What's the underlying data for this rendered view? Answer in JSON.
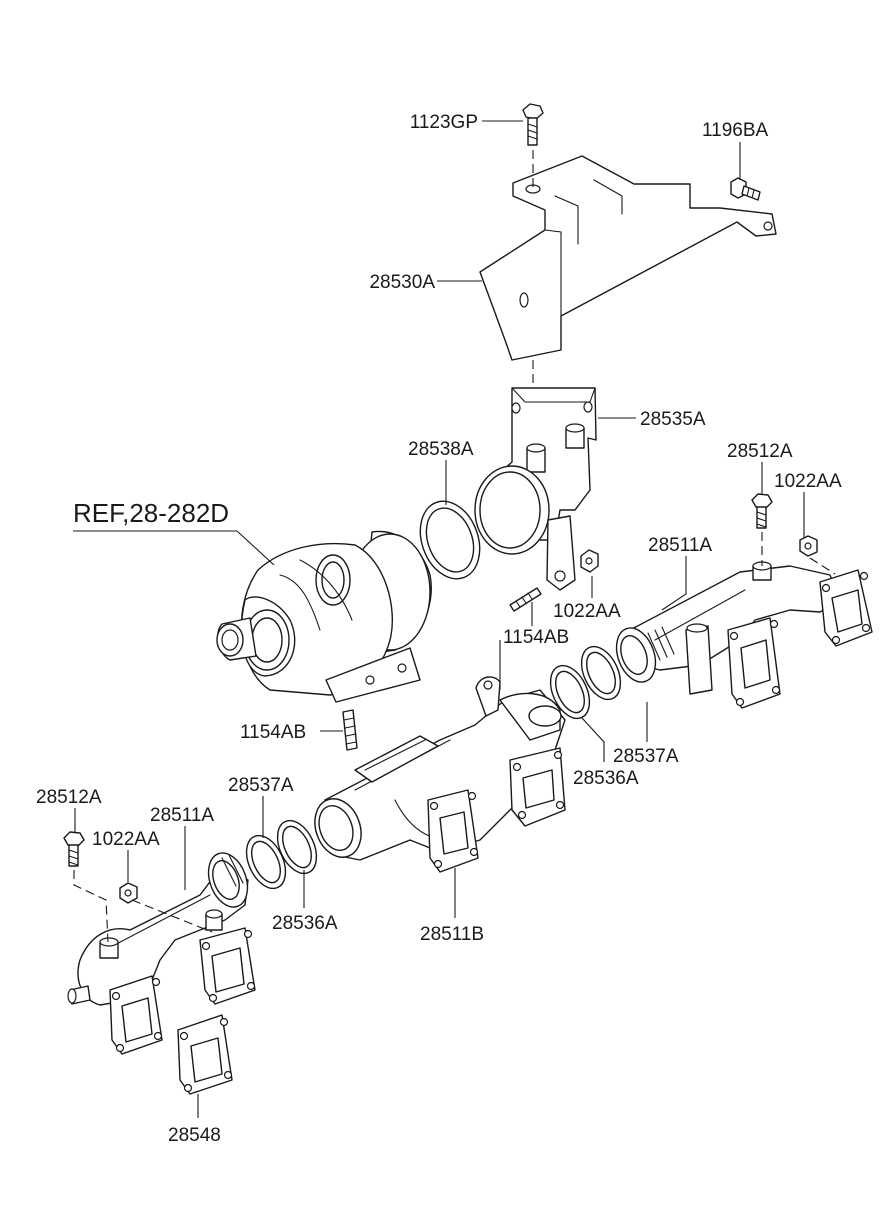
{
  "labels": {
    "p1123GP": "1123GP",
    "p1196BA": "1196BA",
    "p28530A": "28530A",
    "p28535A": "28535A",
    "p28538A": "28538A",
    "p28512A_r": "28512A",
    "p1022AA_r": "1022AA",
    "ref": "REF,28-282D",
    "p28511A_r": "28511A",
    "p1022AA_m": "1022AA",
    "p1154AB_r": "1154AB",
    "p1154AB_l": "1154AB",
    "p28537A_r": "28537A",
    "p28536A_r": "28536A",
    "p28512A_l": "28512A",
    "p28537A_l": "28537A",
    "p28511A_l": "28511A",
    "p1022AA_l": "1022AA",
    "p28536A_l": "28536A",
    "p28511B": "28511B",
    "p28548": "28548"
  },
  "icons": {
    "bolt": "bolt-icon",
    "nut": "nut-icon",
    "stud": "stud-icon",
    "ring": "ring-icon",
    "gasket": "gasket-icon"
  },
  "colors": {
    "line": "#1a1a1a",
    "background": "#ffffff"
  }
}
